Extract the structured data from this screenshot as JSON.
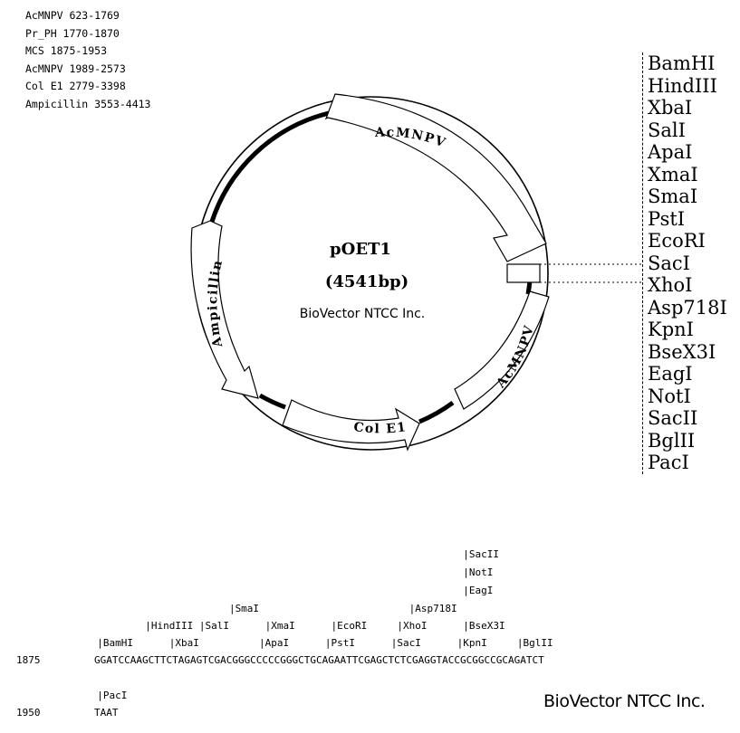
{
  "features": [
    "AcMNPV 623-1769",
    "Pr_PH 1770-1870",
    "MCS 1875-1953",
    "AcMNPV 1989-2573",
    "Col E1 2779-3398",
    "Ampicillin 3553-4413"
  ],
  "map": {
    "name": "pOET1",
    "size": "(4541bp)",
    "company": "BioVector NTCC Inc.",
    "arrows": {
      "acmnpv_top": "AcMNPV",
      "acmnpv_right": "AcMNPV",
      "col_e1": "Col E1",
      "ampicillin": "Ampicillin"
    }
  },
  "enzymes": [
    "BamHI",
    "HindIII",
    "XbaI",
    "SalI",
    "ApaI",
    "XmaI",
    "SmaI",
    "PstI",
    "EcoRI",
    "SacI",
    "XhoI",
    "Asp718I",
    "KpnI",
    "BseX3I",
    "EagI",
    "NotI",
    "SacII",
    "BglII",
    "PacI"
  ],
  "sequence": {
    "annot_lines": [
      "                                                               |SacII",
      "                                                               |NotI",
      "                                                               |EagI",
      "                        |SmaI                         |Asp718I",
      "          |HindIII |SalI      |XmaI      |EcoRI     |XhoI      |BseX3I",
      "  |BamHI      |XbaI          |ApaI      |PstI      |SacI      |KpnI     |BglII"
    ],
    "line1_pos": "1875",
    "line1_seq": "GGATCCAAGCTTCTAGAGTCGACGGGCCCCCGGGCTGCAGAATTCGAGCTCTCGAGGTACCGCGGCCGCAGATCT",
    "line2_annot": "  |PacI",
    "line2_pos": "1950",
    "line2_seq": "TAAT"
  },
  "brand_footer": "BioVector NTCC Inc."
}
